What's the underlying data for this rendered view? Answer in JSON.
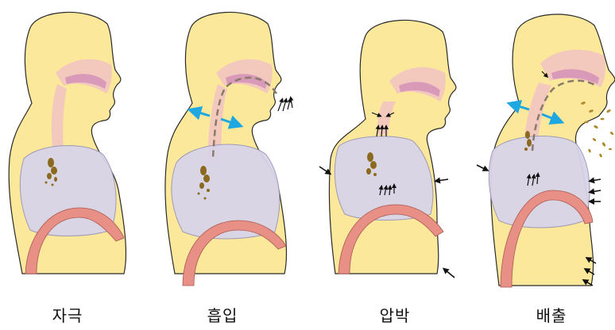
{
  "figure": {
    "stages": [
      {
        "label": "자극"
      },
      {
        "label": "흡입"
      },
      {
        "label": "압박"
      },
      {
        "label": "배출"
      }
    ]
  },
  "colors": {
    "skin": "#fbe89a",
    "skin_outline": "#2a2a2a",
    "airway": "#f3c9bd",
    "nasal_pink": "#d99ab9",
    "lung": "#d9d4e8",
    "diaphragm": "#e88f86",
    "mucus": "#8b6a1e",
    "blue_arrow": "#1ea7e1",
    "black_arrow": "#111111"
  }
}
